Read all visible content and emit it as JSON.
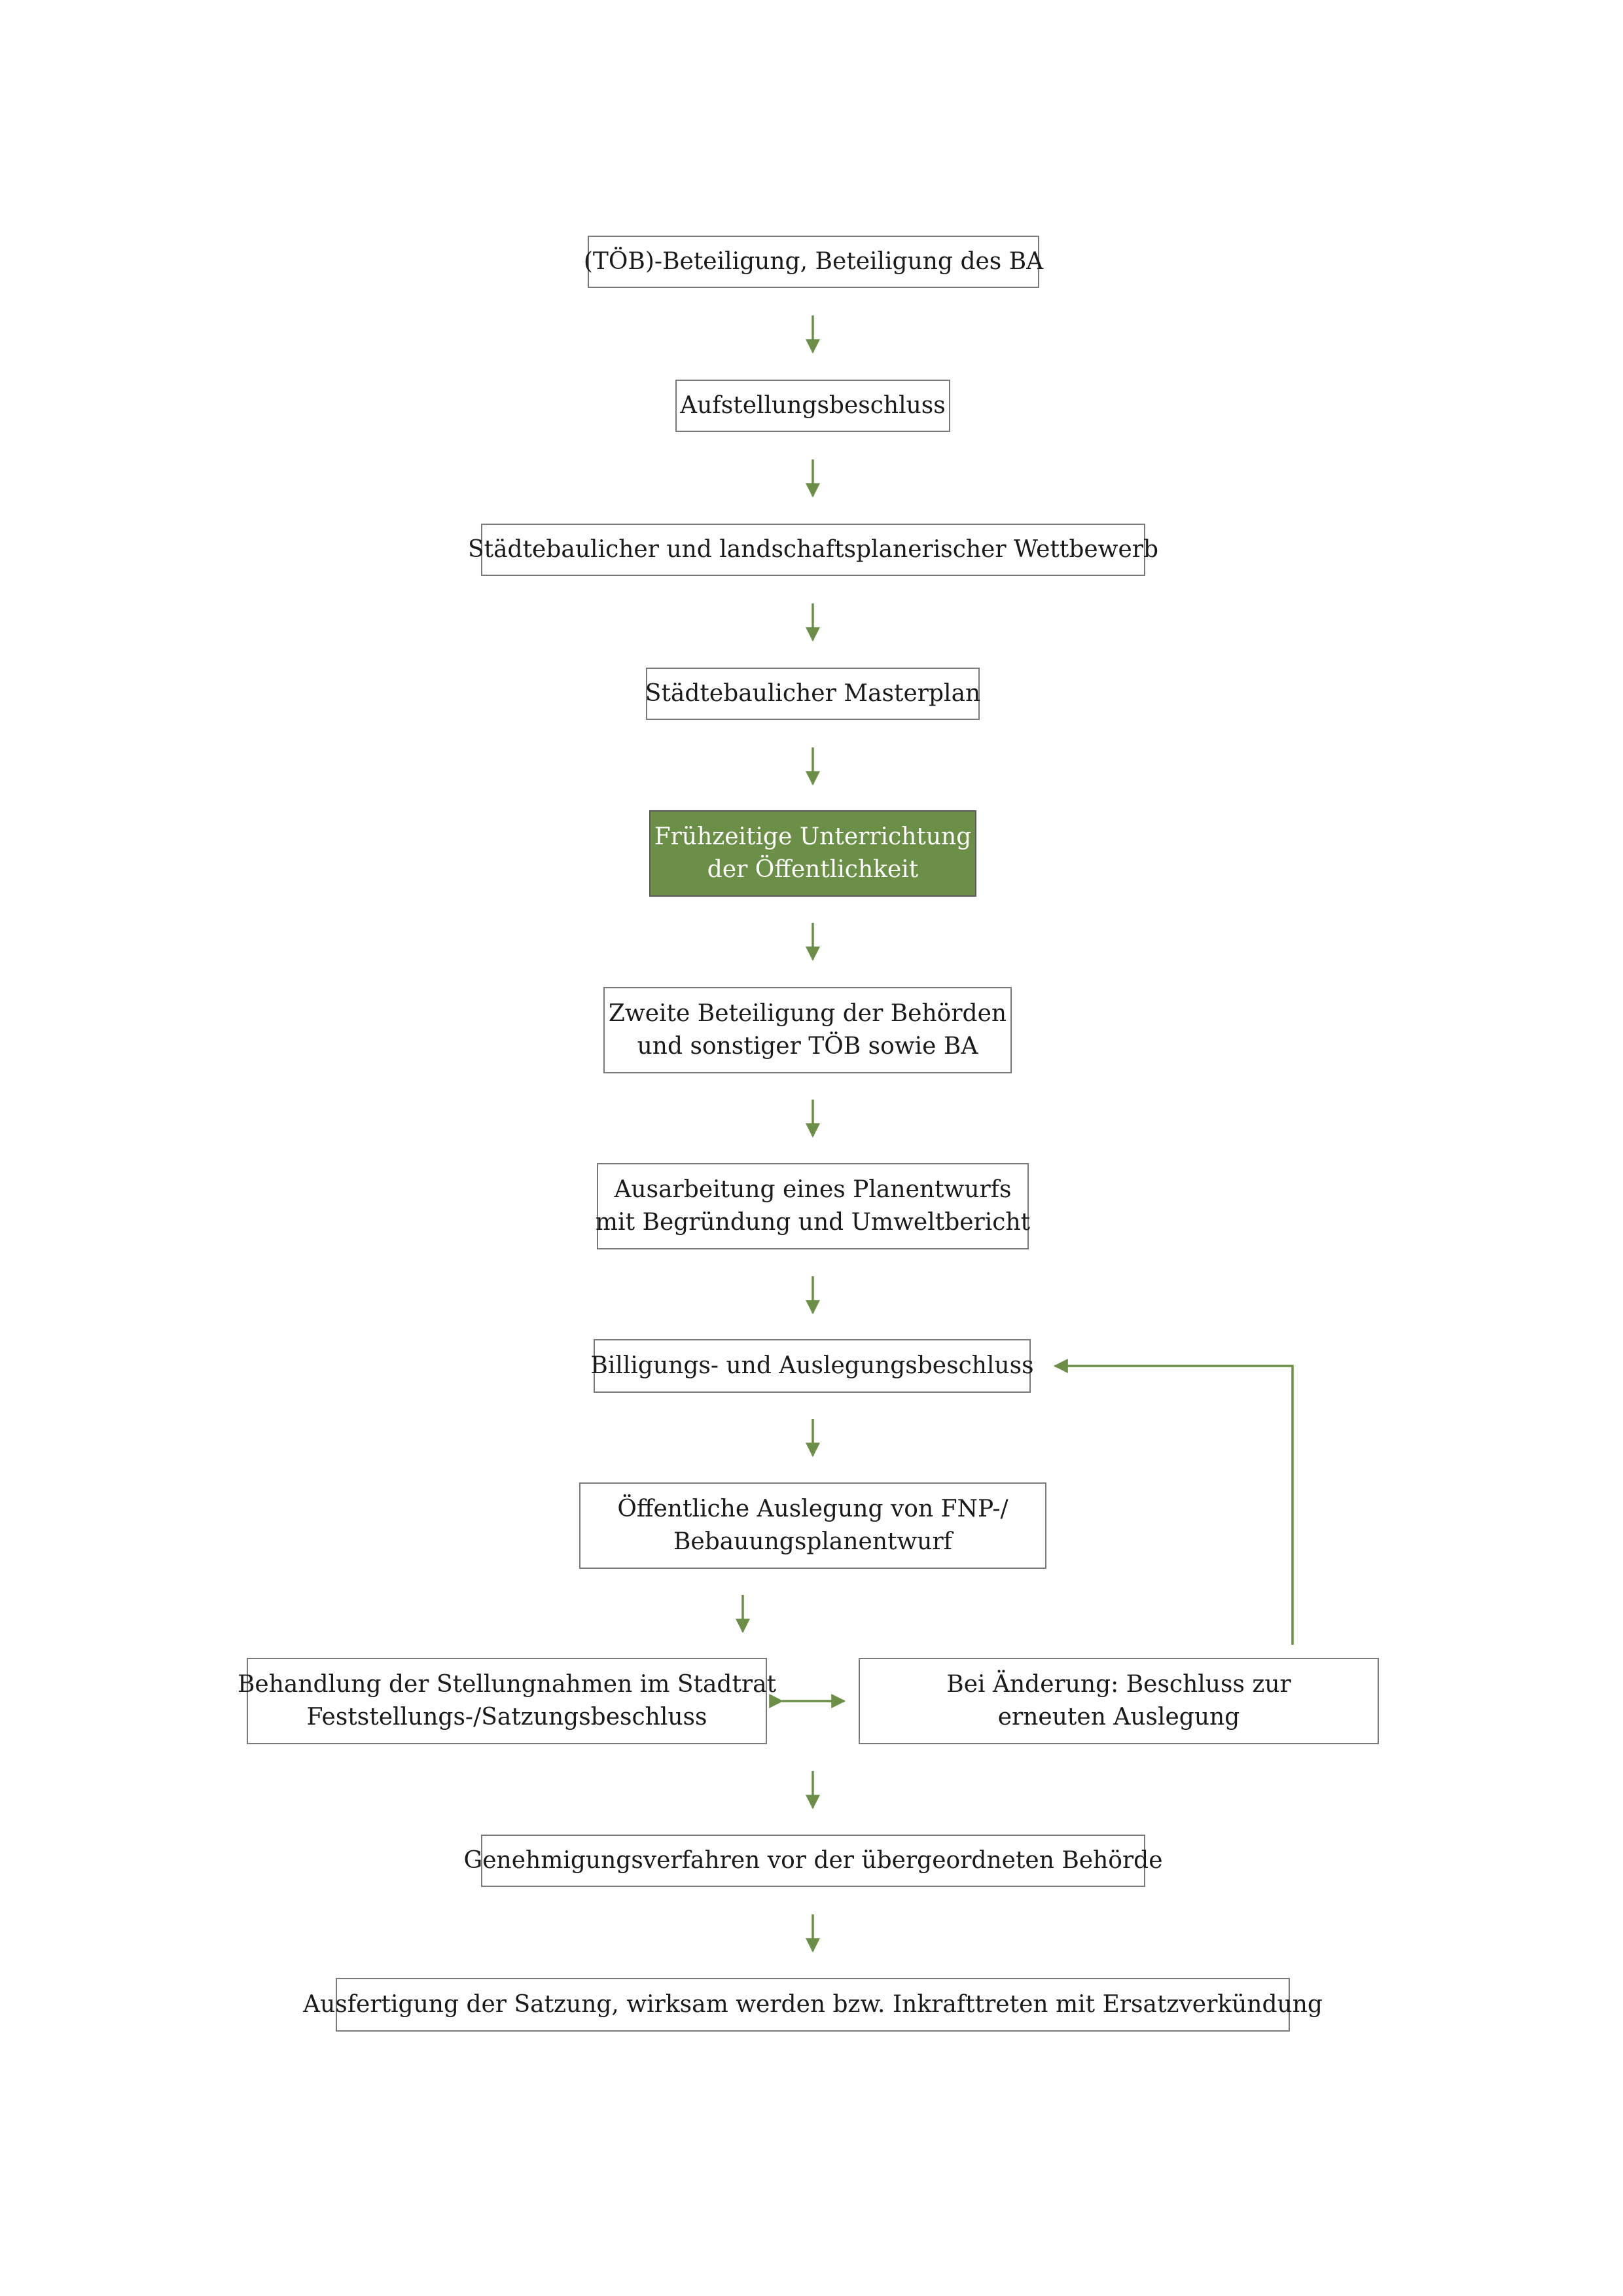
{
  "colors": {
    "accent": "#6b8f47",
    "border": "#7a7a7a",
    "text": "#1a1a1a"
  },
  "steps": [
    {
      "lines": [
        "(TÖB)-Beteiligung, Beteiligung des BA"
      ]
    },
    {
      "lines": [
        "Aufstellungsbeschluss"
      ]
    },
    {
      "lines": [
        "Städtebaulicher und landschaftsplanerischer Wettbewerb"
      ]
    },
    {
      "lines": [
        "Städtebaulicher Masterplan"
      ]
    },
    {
      "lines": [
        "Frühzeitige Unterrichtung",
        "der Öffentlichkeit"
      ]
    },
    {
      "lines": [
        "Zweite Beteiligung der Behörden",
        "und sonstiger TÖB sowie BA"
      ]
    },
    {
      "lines": [
        "Ausarbeitung eines Planentwurfs",
        "mit Begründung und Umweltbericht"
      ]
    },
    {
      "lines": [
        "Billigungs- und Auslegungsbeschluss"
      ]
    },
    {
      "lines": [
        "Öffentliche Auslegung von FNP-/",
        "Bebauungsplanentwurf"
      ]
    },
    {
      "lines": [
        "Behandlung der Stellungnahmen im Stadtrat",
        "Feststellungs-/Satzungsbeschluss"
      ]
    },
    {
      "lines": [
        "Bei Änderung: Beschluss zur",
        "erneuten Auslegung"
      ]
    },
    {
      "lines": [
        "Genehmigungsverfahren vor der übergeordneten Behörde"
      ]
    },
    {
      "lines": [
        "Ausfertigung der Satzung, wirksam werden bzw. Inkrafttreten mit Ersatzverkündung"
      ]
    }
  ]
}
